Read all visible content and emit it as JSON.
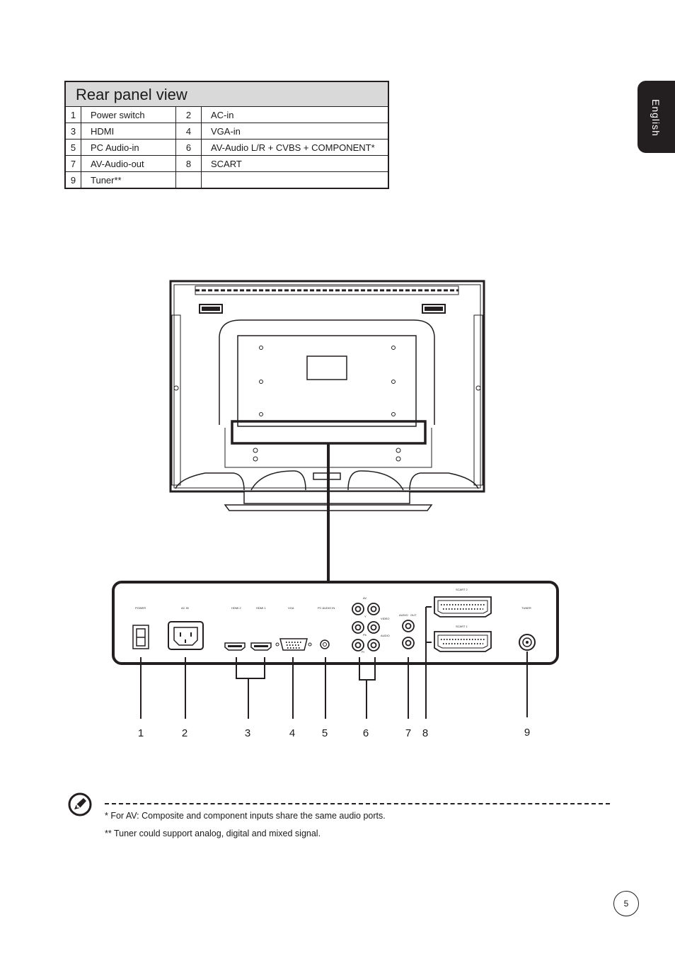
{
  "lang_tab": "English",
  "table": {
    "title": "Rear panel view",
    "rows": [
      {
        "n1": "1",
        "l1": "Power switch",
        "n2": "2",
        "l2": "AC-in"
      },
      {
        "n1": "3",
        "l1": "HDMI",
        "n2": "4",
        "l2": "VGA-in"
      },
      {
        "n1": "5",
        "l1": "PC Audio-in",
        "n2": "6",
        "l2": "AV-Audio L/R + CVBS + COMPONENT*"
      },
      {
        "n1": "7",
        "l1": "AV-Audio-out",
        "n2": "8",
        "l2": "SCART"
      },
      {
        "n1": "9",
        "l1": "Tuner**",
        "n2": "",
        "l2": ""
      }
    ]
  },
  "panel_labels": {
    "power": "POWER",
    "acin": "AC IN",
    "hdmi2": "HDMI 2",
    "hdmi1": "HDMI 1",
    "vga": "VGA",
    "pcaudio": "PC AUDIO IN",
    "av": "AV",
    "video": "VIDEO",
    "audio": "AUDIO",
    "y": "Y",
    "pb": "Pb",
    "pr": "Pr",
    "audio_out_a": "AUDIO",
    "audio_out_b": "OUT",
    "scart2": "SCART 2",
    "scart1": "SCART 1",
    "tuner": "TUNER"
  },
  "callouts": [
    "1",
    "2",
    "3",
    "4",
    "5",
    "6",
    "7",
    "8",
    "9"
  ],
  "notes": [
    "*  For AV: Composite and component inputs share the same audio ports.",
    "** Tuner could support analog, digital and mixed signal."
  ],
  "page_number": "5"
}
